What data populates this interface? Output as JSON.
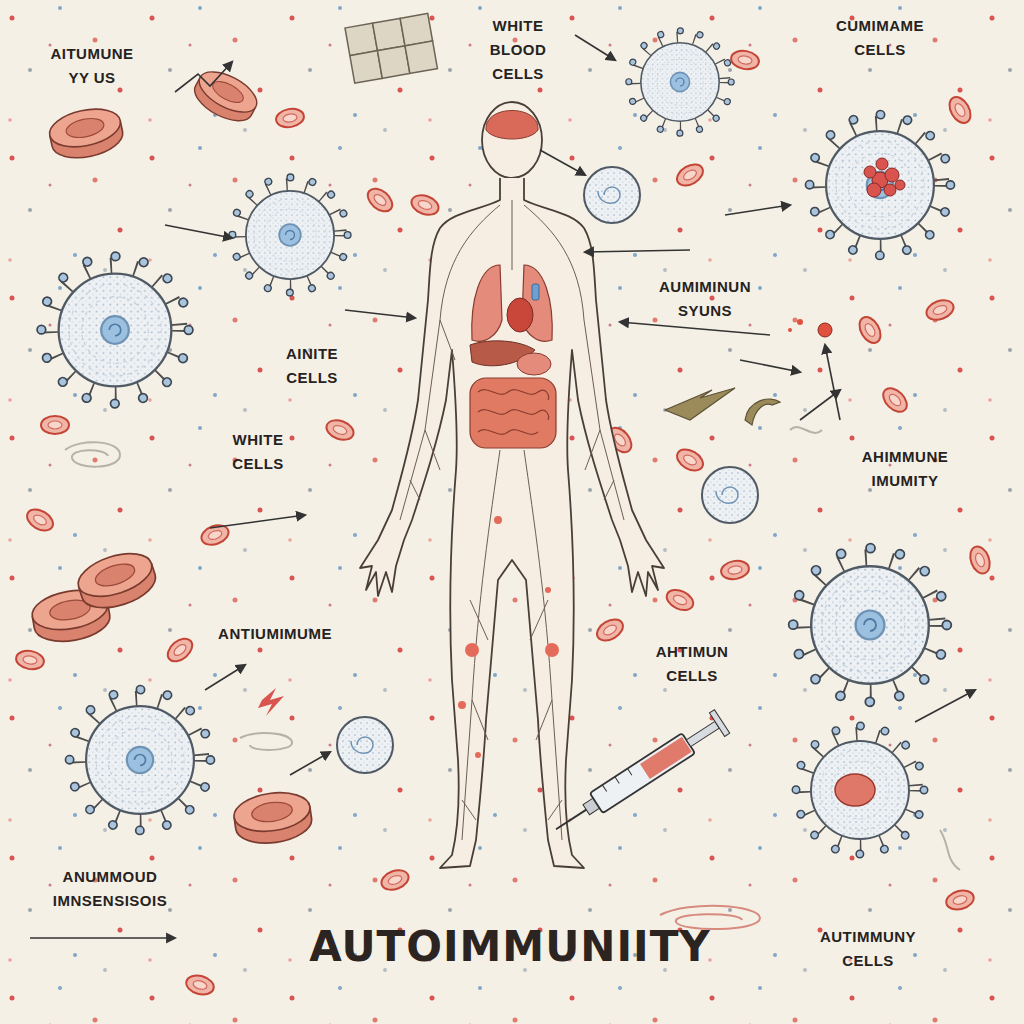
{
  "diagram": {
    "title": "AUTOIMMUNIITY",
    "labels": [
      "AITUMUNE YY US",
      "WHITE BLOOD CELLS",
      "CUMIMAME CELLS",
      "AUMIMINUN SYUNS",
      "AINITE CELLS",
      "WHITE CELLS",
      "AHIMMUNE IMUMITY",
      "ANTIUMIMUME",
      "AHTIMUN CELLS",
      "ANUMMOUD IMNSENSISOIS",
      "AUTIMMUNY CELLS"
    ]
  }
}
